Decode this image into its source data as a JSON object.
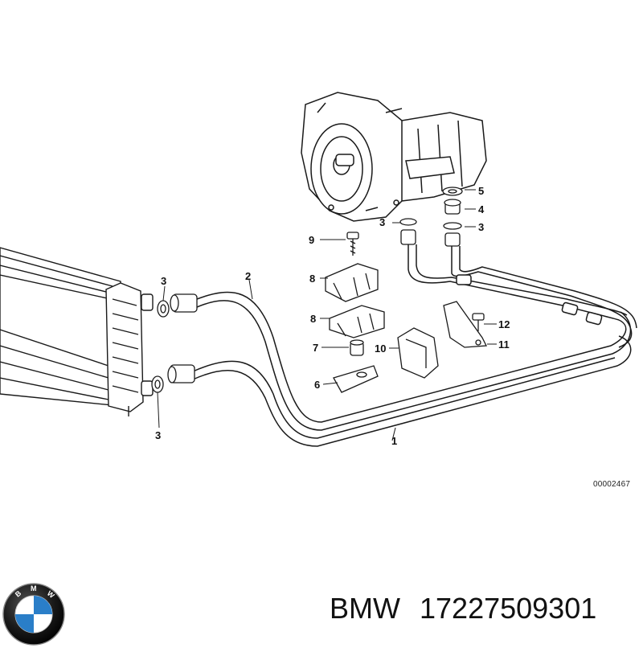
{
  "callouts": {
    "c1": "1",
    "c2": "2",
    "c3_radiator_top": "3",
    "c3_radiator_bottom": "3",
    "c3_trans_left": "3",
    "c3_trans_right": "3",
    "c4": "4",
    "c5": "5",
    "c6": "6",
    "c7": "7",
    "c8_upper": "8",
    "c8_lower": "8",
    "c9": "9",
    "c10": "10",
    "c11": "11",
    "c12": "12"
  },
  "diagram_ref": "00002467",
  "brand": "BMW",
  "part_number": "17227509301",
  "logo_letters": "BMW",
  "colors": {
    "line": "#1a1a1a",
    "logo_blue": "#2a7ec8",
    "logo_ring": "#111111"
  }
}
